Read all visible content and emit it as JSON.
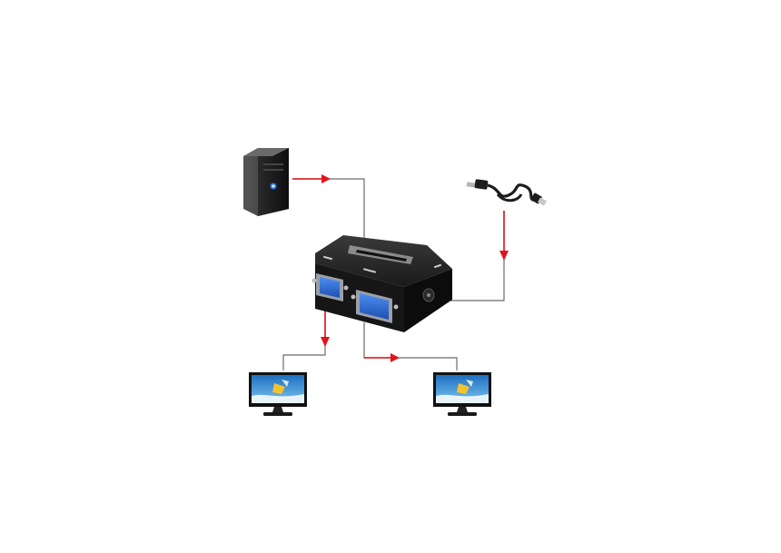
{
  "diagram": {
    "type": "connection-diagram",
    "nodes": [
      {
        "id": "pc-tower",
        "icon": "desktop-tower-icon",
        "role": "source"
      },
      {
        "id": "usb-power-cable",
        "icon": "usb-cable-icon",
        "role": "power"
      },
      {
        "id": "vga-splitter",
        "icon": "vga-splitter-icon",
        "role": "hub"
      },
      {
        "id": "monitor-1",
        "icon": "monitor-icon",
        "role": "output"
      },
      {
        "id": "monitor-2",
        "icon": "monitor-icon",
        "role": "output"
      }
    ],
    "edges": [
      {
        "from": "pc-tower",
        "to": "vga-splitter"
      },
      {
        "from": "usb-power-cable",
        "to": "vga-splitter"
      },
      {
        "from": "vga-splitter",
        "to": "monitor-1"
      },
      {
        "from": "vga-splitter",
        "to": "monitor-2"
      }
    ],
    "colors": {
      "arrow": "#e3121b",
      "line": "#6a6a6a",
      "device_body": "#1c1c1c",
      "vga_port": "#2f6fd6",
      "screen_sky": "#2b8fd8"
    }
  }
}
